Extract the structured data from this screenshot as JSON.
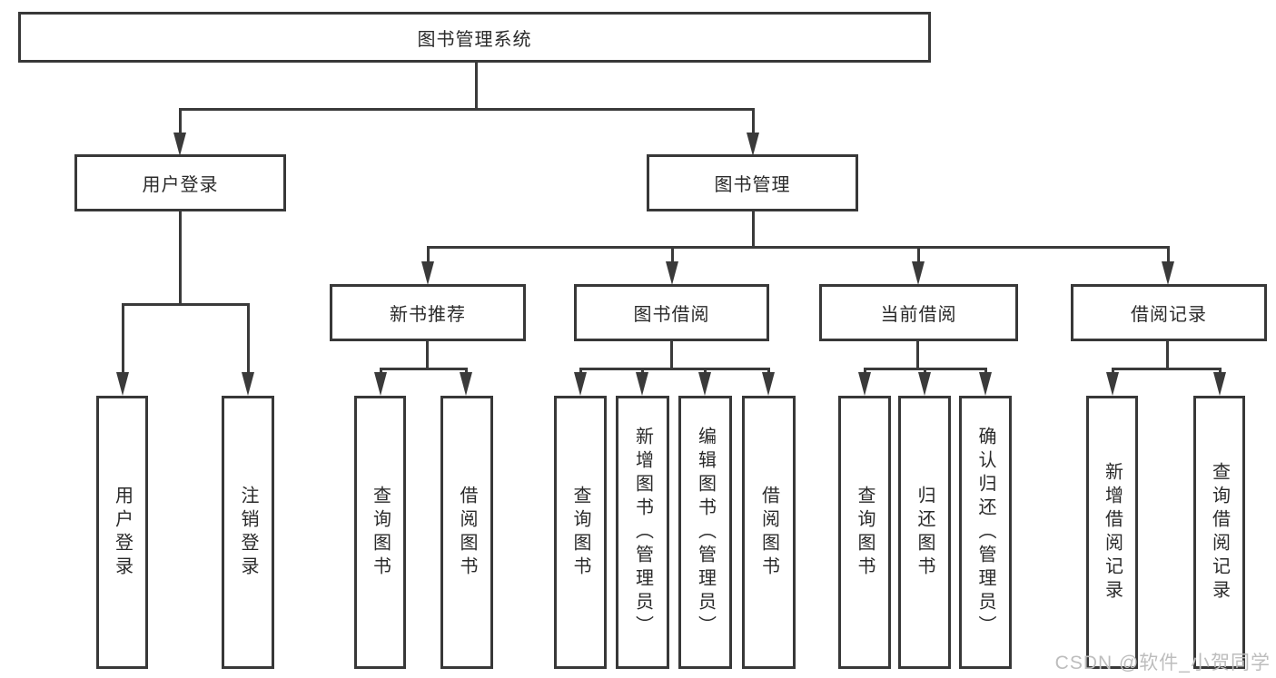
{
  "colors": {
    "background": "#ffffff",
    "line": "#3a3a3a",
    "box_border": "#383838",
    "text": "#2a2a2a",
    "watermark": "#bdbdbd"
  },
  "tree": {
    "root_label": "图书管理系统",
    "user_login": {
      "label": "用户登录",
      "children": [
        "用户登录",
        "注销登录"
      ]
    },
    "book_management": {
      "label": "图书管理",
      "sections": [
        {
          "label": "新书推荐",
          "children": [
            "查询图书",
            "借阅图书"
          ]
        },
        {
          "label": "图书借阅",
          "children": [
            "查询图书",
            "新增图书（管理员）",
            "编辑图书（管理员）",
            "借阅图书"
          ]
        },
        {
          "label": "当前借阅",
          "children": [
            "查询图书",
            "归还图书",
            "确认归还（管理员）"
          ]
        },
        {
          "label": "借阅记录",
          "children": [
            "新增借阅记录",
            "查询借阅记录"
          ]
        }
      ]
    }
  },
  "watermark": {
    "text": "CSDN @软件_小贺同学"
  }
}
